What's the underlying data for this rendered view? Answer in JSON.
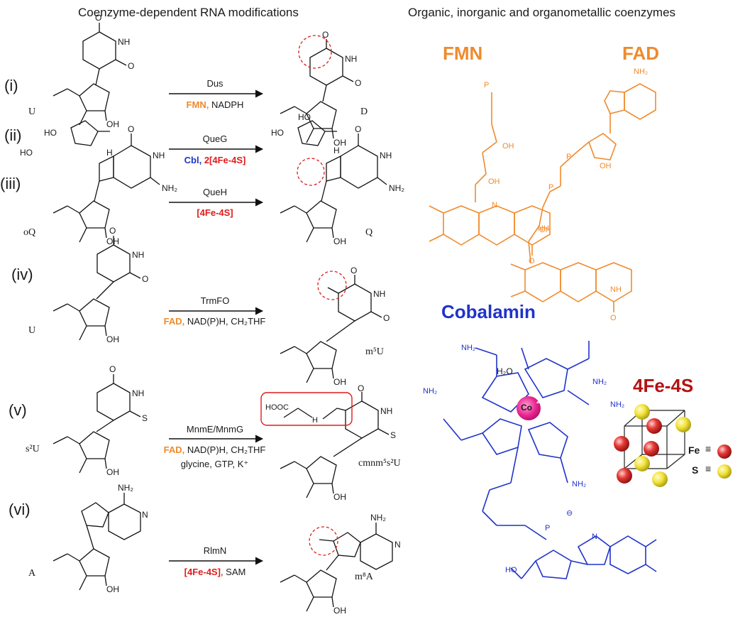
{
  "headers": {
    "left": "Coenzyme-dependent RNA modifications",
    "right": "Organic, inorganic and organometallic coenzymes"
  },
  "reactions": [
    {
      "roman": "(i)",
      "enzyme": "Dus",
      "cofactor_main": "FMN,",
      "cofactor_main_color": "#f08a2c",
      "cofactor_rest": " NADPH",
      "substrate": "U",
      "product": "D"
    },
    {
      "roman": "(ii)",
      "enzyme": "QueG",
      "cofactor_main": "Cbl,",
      "cofactor_main_color": "#1f33c9",
      "cofactor_rest2": "2[4Fe-4S]",
      "substrate": "oQ",
      "product": "Q"
    },
    {
      "roman": "(iii)",
      "enzyme": "QueH",
      "cofactor_main": "[4Fe-4S]",
      "cofactor_main_color": "#e01b1b"
    },
    {
      "roman": "(iv)",
      "enzyme": "TrmFO",
      "cofactor_main": "FAD,",
      "cofactor_main_color": "#f08a2c",
      "cofactor_rest": " NAD(P)H, CH₂THF",
      "substrate": "U",
      "product": "m⁵U"
    },
    {
      "roman": "(v)",
      "enzyme": "MnmE/MnmG",
      "cofactor_main": "FAD,",
      "cofactor_main_color": "#f08a2c",
      "cofactor_rest": " NAD(P)H, CH₂THF",
      "cofactor_line2": "glycine, GTP, K⁺",
      "substrate": "s²U",
      "product": "cmnm⁵s²U"
    },
    {
      "roman": "(vi)",
      "enzyme": "RlmN",
      "cofactor_main": "[4Fe-4S]",
      "cofactor_main_color": "#e01b1b",
      "cofactor_rest": ", SAM",
      "substrate": "A",
      "product": "m⁸A"
    }
  ],
  "coenzymes": {
    "fmn": "FMN",
    "fad": "FAD",
    "cobalamin": "Cobalamin",
    "fes": "4Fe-4S",
    "co_label": "Co",
    "co_charge": "2+",
    "h2o": "H₂O",
    "hooc": "HOOC",
    "legend_fe": "Fe",
    "legend_s": "S",
    "legend_sym": "≡"
  },
  "atoms": {
    "O": "O",
    "NH": "NH",
    "N": "N",
    "OH": "OH",
    "NH2": "NH₂",
    "S": "S",
    "HO": "HO",
    "H": "H",
    "P": "P",
    "minus": "⊖"
  },
  "colors": {
    "fmn": "#f08a2c",
    "cobalamin": "#1f33c9",
    "fes_title": "#b31212",
    "iron": "#e53935",
    "sulfur": "#f3e33a",
    "highlight": "#e01b1b"
  }
}
